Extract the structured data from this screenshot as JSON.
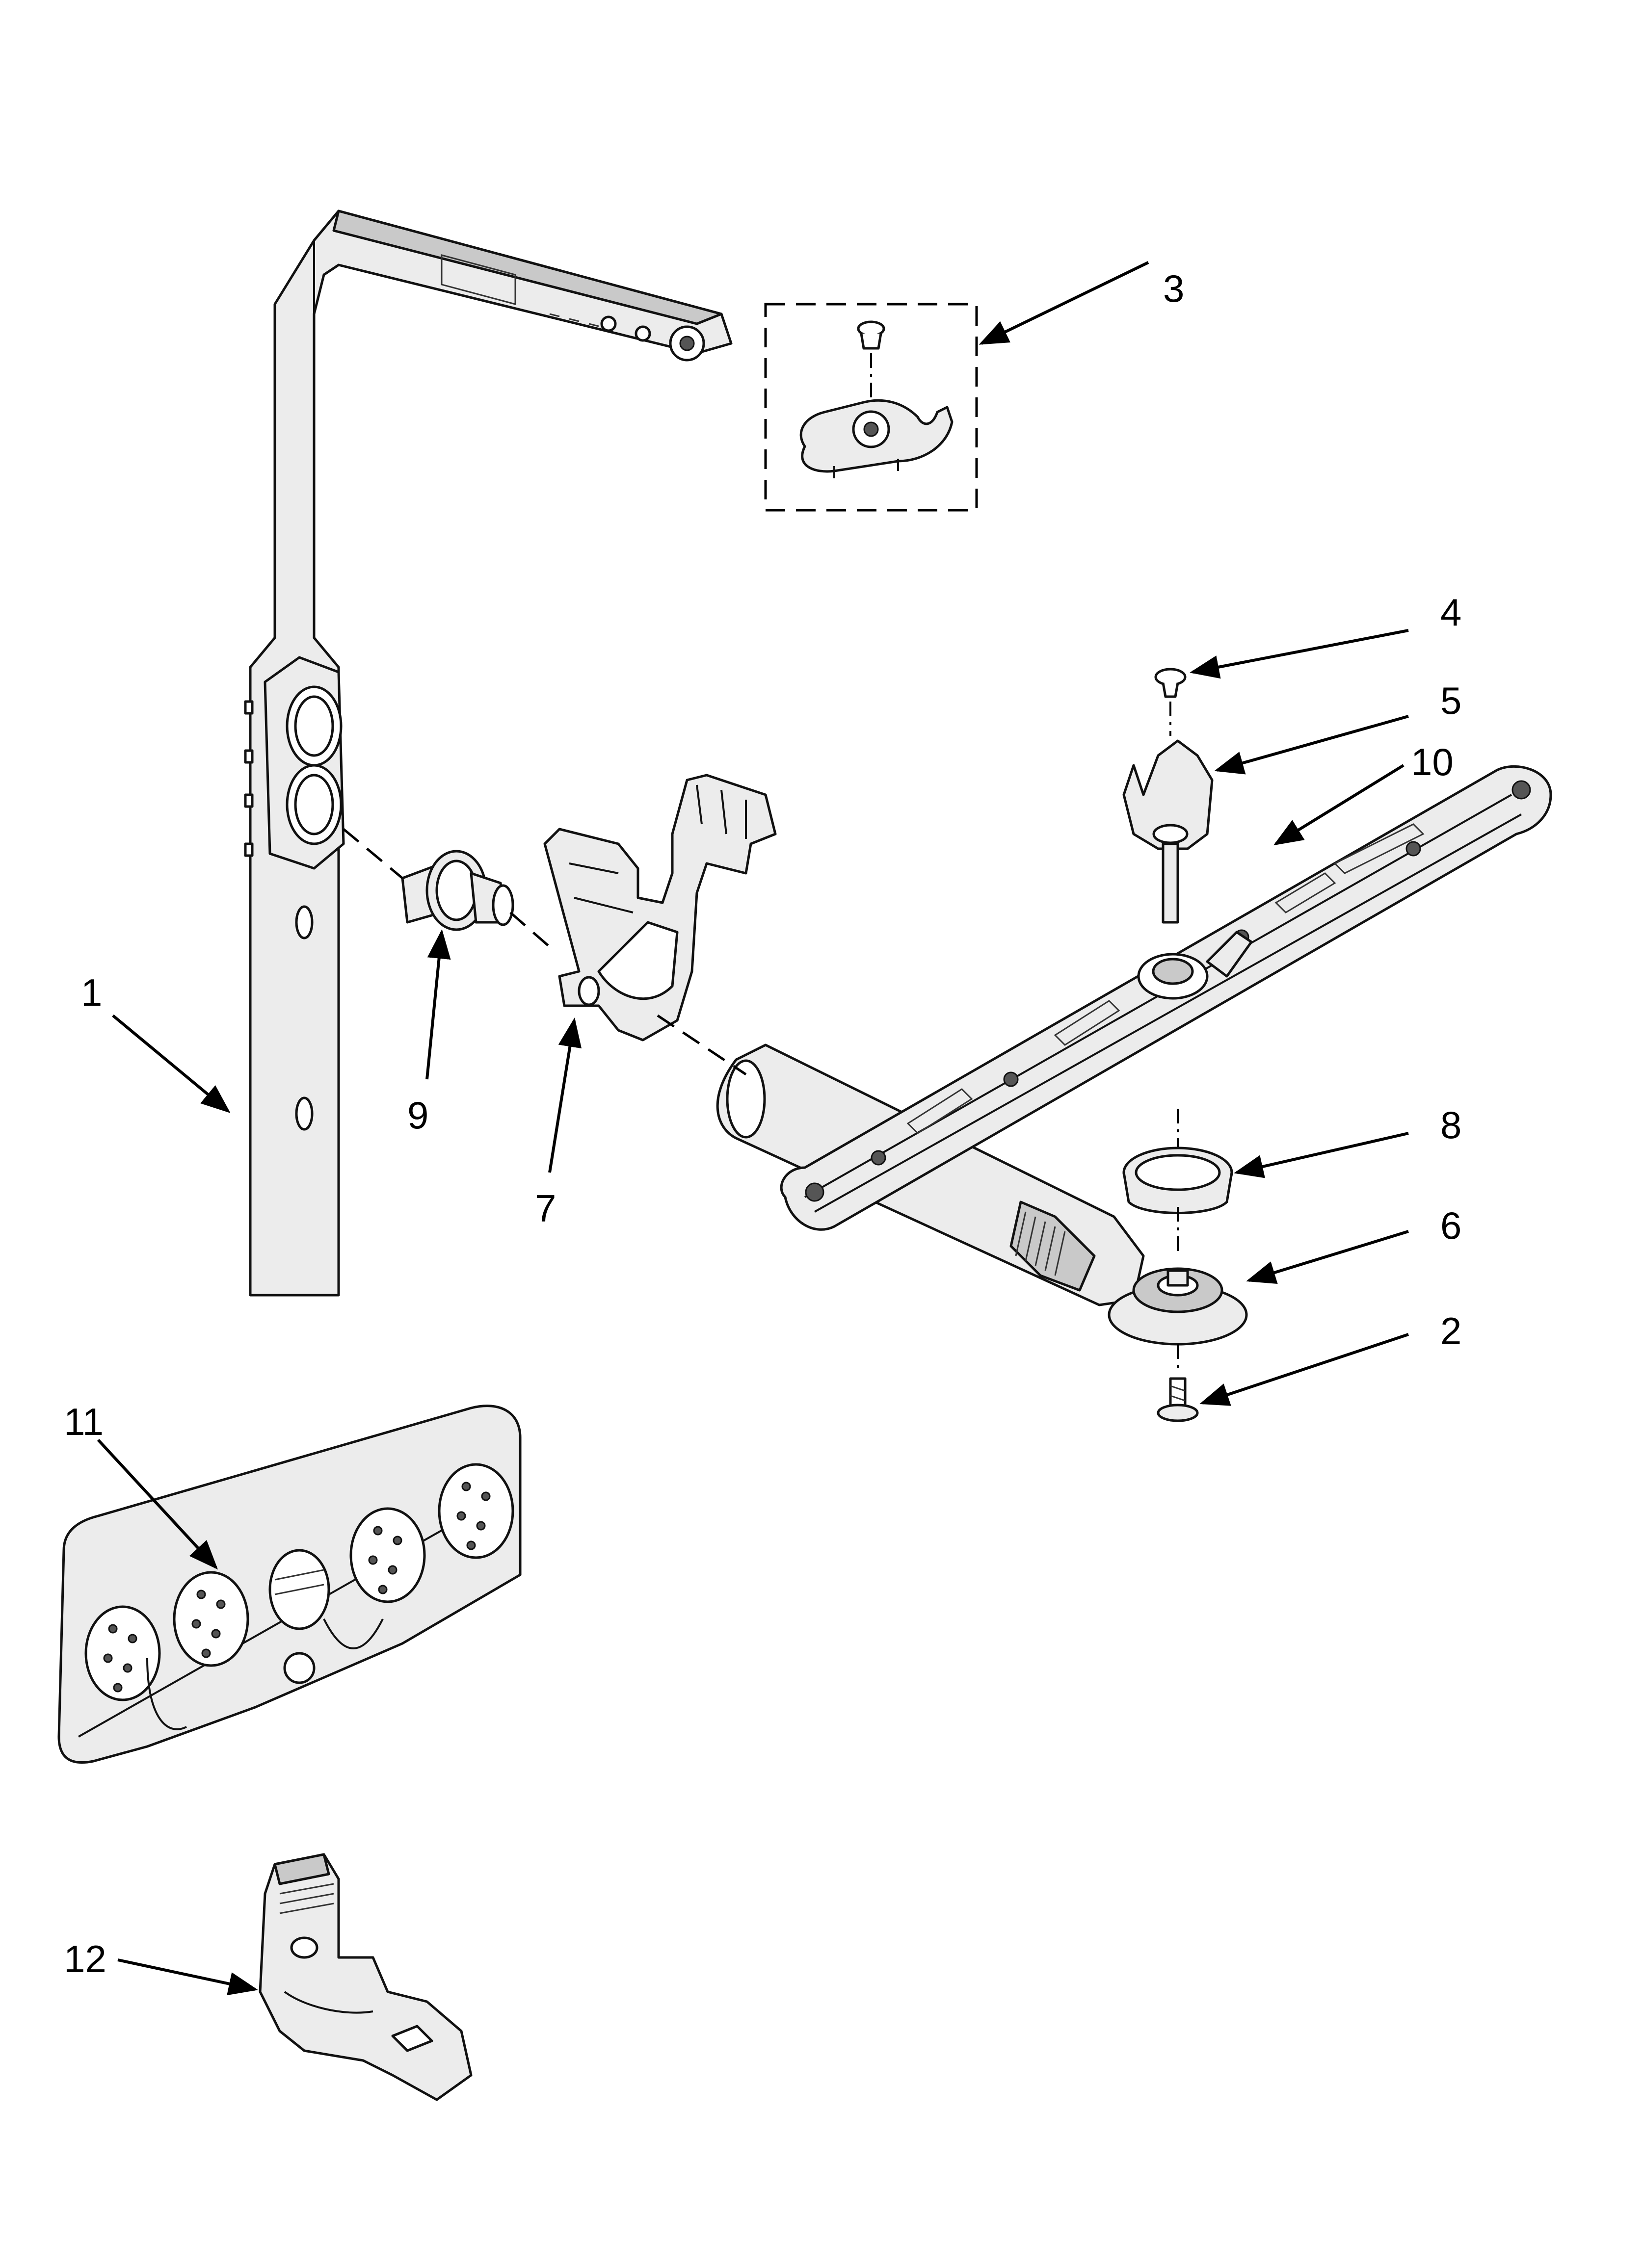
{
  "callouts": [
    {
      "id": "1",
      "label": "1"
    },
    {
      "id": "2",
      "label": "2"
    },
    {
      "id": "3",
      "label": "3"
    },
    {
      "id": "4",
      "label": "4"
    },
    {
      "id": "5",
      "label": "5"
    },
    {
      "id": "6",
      "label": "6"
    },
    {
      "id": "7",
      "label": "7"
    },
    {
      "id": "8",
      "label": "8"
    },
    {
      "id": "9",
      "label": "9"
    },
    {
      "id": "10",
      "label": "10"
    },
    {
      "id": "11",
      "label": "11"
    },
    {
      "id": "12",
      "label": "12"
    }
  ],
  "icons": {
    "arrow_style": "solid-arrowhead",
    "line_color": "#000000",
    "part_fill": "#ececec"
  }
}
